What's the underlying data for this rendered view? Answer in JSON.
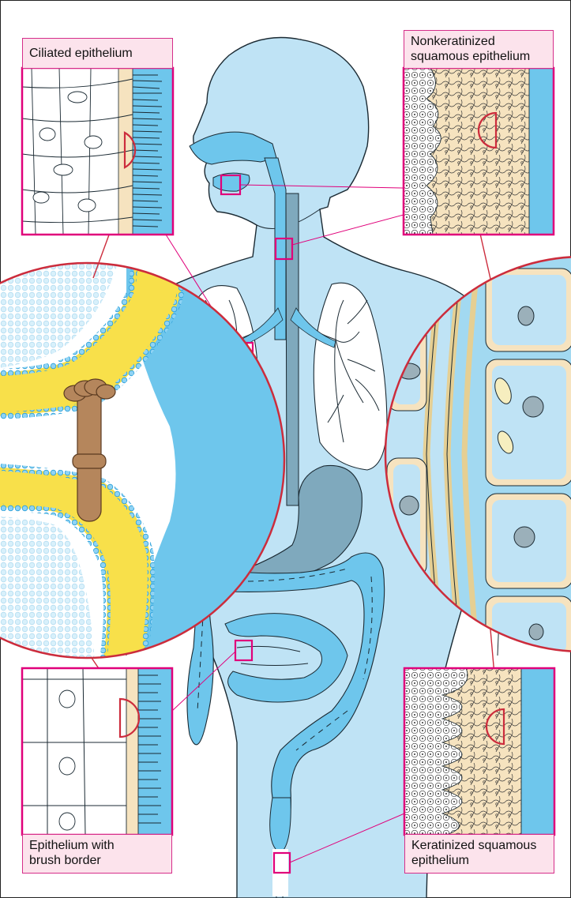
{
  "labels": {
    "ciliated": "Ciliated epithelium",
    "nonkeratinized_line1": "Nonkeratinized",
    "nonkeratinized_line2": "squamous epithelium",
    "brush_line1": "Epithelium with",
    "brush_line2": "brush border",
    "keratinized_line1": "Keratinized squamous",
    "keratinized_line2": "epithelium"
  },
  "colors": {
    "body": "#bfe3f5",
    "body_outline": "#1b2a33",
    "organ_blue": "#6ec6ec",
    "stomach": "#7fa9bd",
    "highlight_box": "#e0007a",
    "callout_line": "#cc2c3c",
    "cell_cream": "#f6e3bf",
    "membrane_yellow": "#f8e04a",
    "phospholipid": "#2a9fd8",
    "protein": "#b5865c",
    "nucleus_gray": "#9bb0ba"
  }
}
